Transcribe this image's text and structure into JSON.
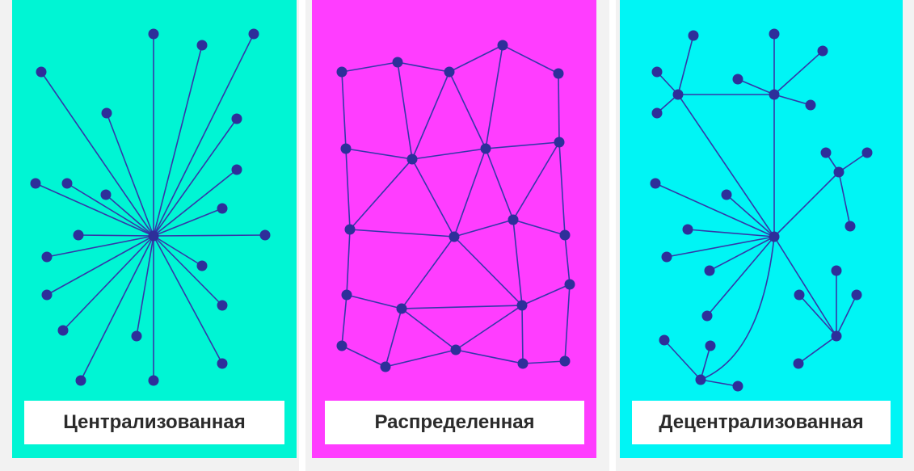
{
  "colors": {
    "centralized_bg": "#00F5D4",
    "distributed_bg": "#FF3DFF",
    "decentralized_bg": "#00F5F5",
    "node": "#2E2F9A",
    "edge": "#3437A8",
    "label_bg": "#FFFFFF",
    "label_text": "#2B2B2B"
  },
  "panels": [
    {
      "id": "centralized",
      "label": "Централизованная"
    },
    {
      "id": "distributed",
      "label": "Распределенная"
    },
    {
      "id": "decentralized",
      "label": "Децентрализованная"
    }
  ]
}
